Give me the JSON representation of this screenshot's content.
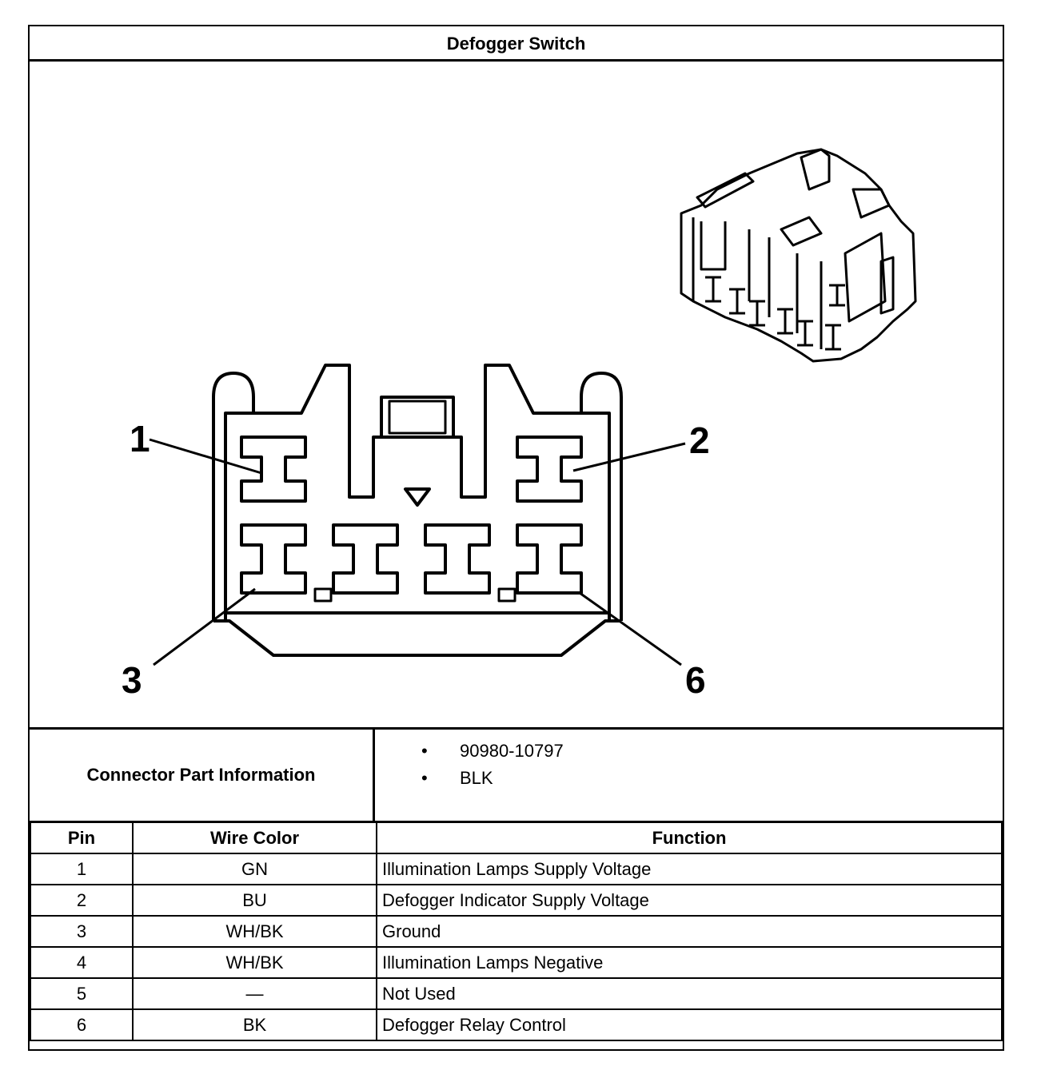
{
  "title": "Defogger Switch",
  "diagram": {
    "callouts": [
      "1",
      "2",
      "3",
      "6"
    ]
  },
  "connector_part_information": {
    "label": "Connector Part Information",
    "items": [
      "90980-10797",
      "BLK"
    ]
  },
  "pin_table": {
    "headers": {
      "pin": "Pin",
      "wire_color": "Wire Color",
      "function": "Function"
    },
    "rows": [
      {
        "pin": "1",
        "wire_color": "GN",
        "function": "Illumination Lamps Supply Voltage"
      },
      {
        "pin": "2",
        "wire_color": "BU",
        "function": "Defogger Indicator Supply Voltage"
      },
      {
        "pin": "3",
        "wire_color": "WH/BK",
        "function": "Ground"
      },
      {
        "pin": "4",
        "wire_color": "WH/BK",
        "function": "Illumination Lamps Negative"
      },
      {
        "pin": "5",
        "wire_color": "—",
        "function": "Not Used"
      },
      {
        "pin": "6",
        "wire_color": "BK",
        "function": "Defogger Relay Control"
      }
    ]
  }
}
